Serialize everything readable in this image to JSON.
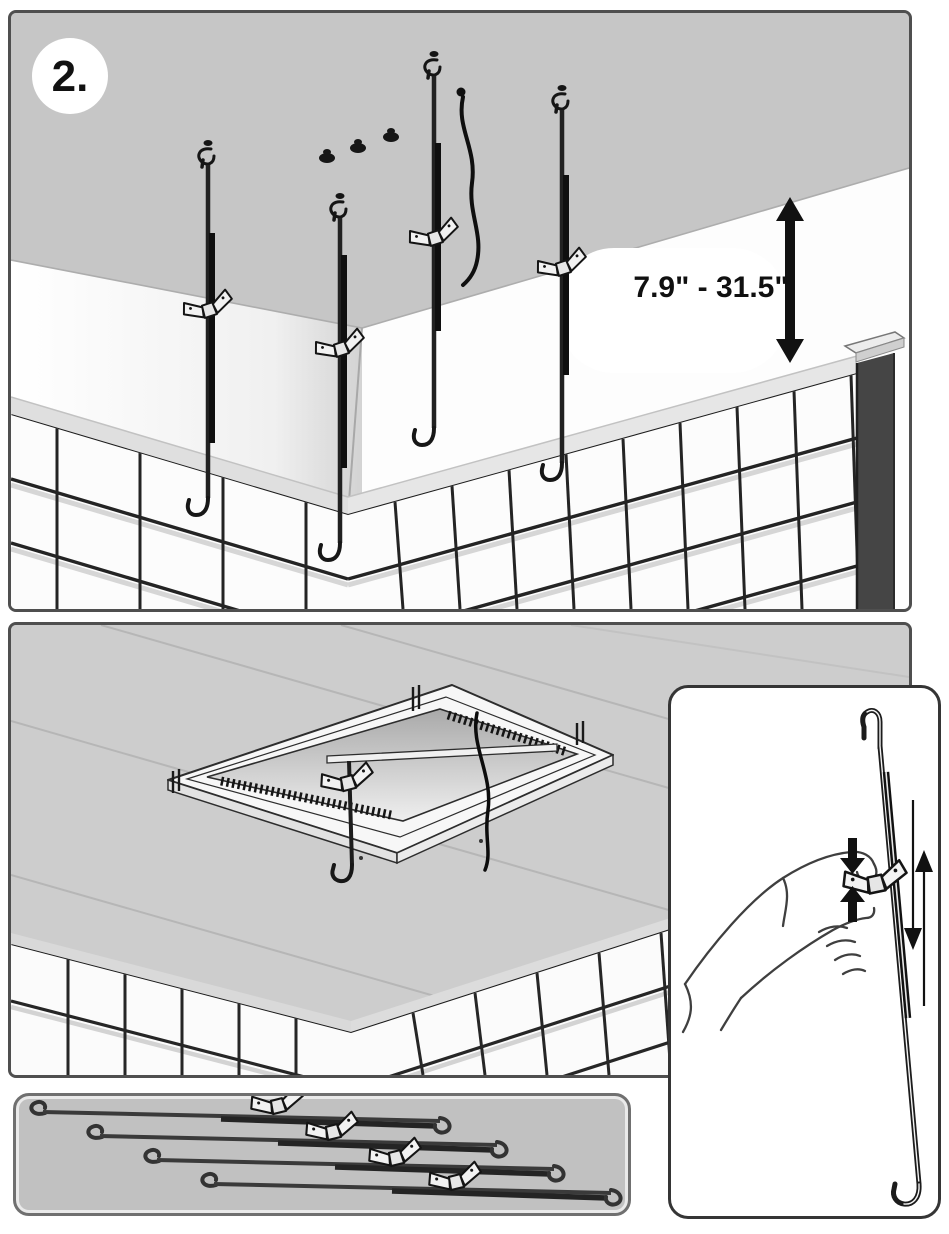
{
  "page": {
    "background": "#ffffff"
  },
  "step_panel": {
    "badge": "2.",
    "measurement": "7.9\" - 31.5\"",
    "rod_count": 4,
    "anchor_count": 3,
    "icons": [
      "ceiling-hook-icon",
      "hanging-rod-icon",
      "adjustment-clip-icon",
      "ceiling-anchor-icon",
      "cable-tie-icon",
      "double-arrow-icon"
    ]
  },
  "frame_panel": {
    "icons": [
      "ceiling-frame-icon",
      "hanging-rod-icon",
      "adjustment-clip-icon",
      "cable-tie-icon"
    ]
  },
  "adjust_panel": {
    "icons": [
      "hand-icon",
      "adjustment-clip-icon",
      "squeeze-arrows-icon",
      "slide-down-arrow-icon",
      "slide-up-arrow-icon",
      "hanging-rod-icon"
    ]
  },
  "tray_panel": {
    "rod_count": 4,
    "icons": [
      "hanging-rod-icon",
      "adjustment-clip-icon"
    ]
  },
  "colors": {
    "panel_border": "#4f4f4f",
    "ceiling": "#c6c6c6",
    "ceiling_2": "#cdcdcd",
    "wall": "#fdfdfd",
    "band": "#e0e0e0",
    "tile_grout": "#242424",
    "rod": "#1d1d1d",
    "tray_bg": "#c1c1c1",
    "arrow": "#111111"
  }
}
